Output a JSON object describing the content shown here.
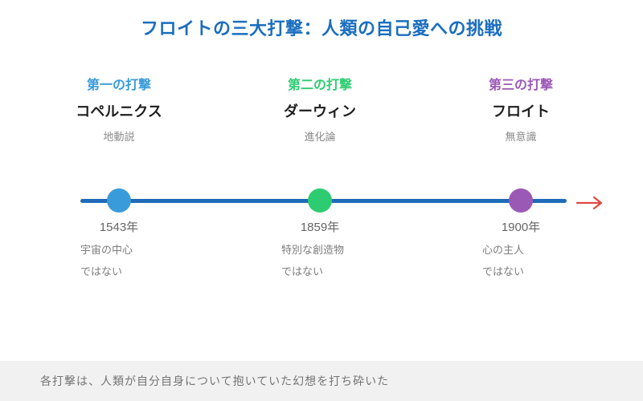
{
  "title": "フロイトの三大打撃：人類の自己愛への挑戦",
  "theme": {
    "title_color": "#1a6ebf",
    "timeline_color": "#1e6bb8",
    "arrow_color": "#e0483e",
    "footer_bg": "#f1f1f2",
    "footer_text_color": "#757575"
  },
  "icons": {
    "arrow_right": "arrow-right-icon"
  },
  "events": [
    {
      "label": "第一の打撃",
      "name": "コペルニクス",
      "concept": "地動説",
      "year": "1543年",
      "desc_line1": "宇宙の中心",
      "desc_line2": "ではない",
      "color": "#3a9bdb"
    },
    {
      "label": "第二の打撃",
      "name": "ダーウィン",
      "concept": "進化論",
      "year": "1859年",
      "desc_line1": "特別な創造物",
      "desc_line2": "ではない",
      "color": "#2ecc71"
    },
    {
      "label": "第三の打撃",
      "name": "フロイト",
      "concept": "無意識",
      "year": "1900年",
      "desc_line1": "心の主人",
      "desc_line2": "ではない",
      "color": "#9b59b6"
    }
  ],
  "footer": "各打撃は、人類が自分自身について抱いていた幻想を打ち砕いた"
}
